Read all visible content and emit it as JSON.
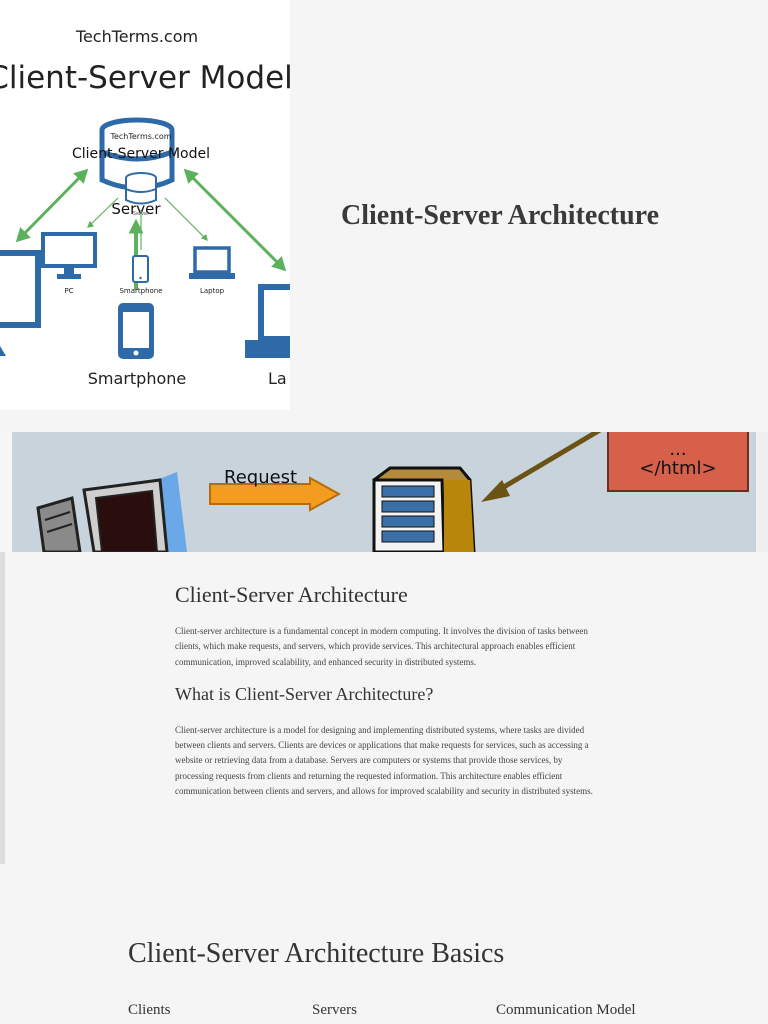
{
  "slide1": {
    "watermark": "TechTerms.com",
    "diagram_heading": "Client-Server Model",
    "inset_watermark": "TechTerms.com",
    "inset_heading": "Client-Server Model",
    "server_label": "Server",
    "inset_server_label": "Server",
    "pc_label": "PC",
    "inset_smartphone_label": "Smartphone",
    "laptop_label": "Laptop",
    "smartphone_label": "Smartphone",
    "laptop_partial_label": "La",
    "title": "Client-Server Architecture",
    "colors": {
      "blue": "#2f6aa8",
      "green": "#5cb25c"
    }
  },
  "banner": {
    "request_label": "Request",
    "code_dots": "...",
    "code_tag": "</html>",
    "colors": {
      "arrow": "#f39c1f",
      "code_box": "#d6604a",
      "background": "#c8d3dc"
    }
  },
  "slide3": {
    "heading": "Client-Server Architecture",
    "intro": "Client-server architecture is a fundamental concept in modern computing. It involves the division of tasks between clients, which make requests, and servers, which provide services. This architectural approach enables efficient communication, improved scalability, and enhanced security in distributed systems.",
    "subheading": "What is Client-Server Architecture?",
    "body": "Client-server architecture is a model for designing and implementing distributed systems, where tasks are divided between clients and servers. Clients are devices or applications that make requests for services, such as accessing a website or retrieving data from a database. Servers are computers or systems that provide those services, by processing requests from clients and returning the requested information. This architecture enables efficient communication between clients and servers, and allows for improved scalability and security in distributed systems."
  },
  "slide4": {
    "heading": "Client-Server Architecture Basics",
    "columns": [
      "Clients",
      "Servers",
      "Communication Model"
    ]
  }
}
